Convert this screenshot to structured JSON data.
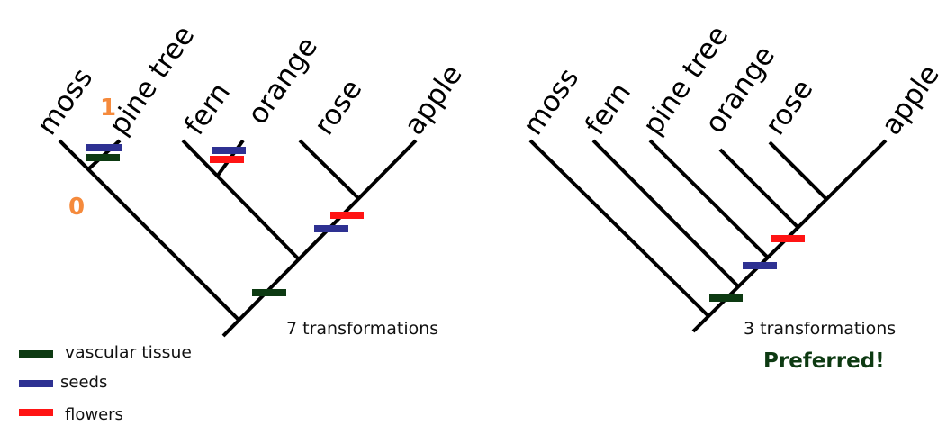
{
  "colors": {
    "vascular_tissue": "#0d3a12",
    "seeds": "#2e3192",
    "flowers": "#ff1414",
    "number_label": "#f58a3c",
    "preferred": "#0d3a12"
  },
  "left_tree": {
    "taxa": [
      "moss",
      "pine tree",
      "fern",
      "orange",
      "rose",
      "apple"
    ],
    "state_label_top": "1",
    "state_label_bottom": "0",
    "caption": "7 transformations"
  },
  "right_tree": {
    "taxa": [
      "moss",
      "fern",
      "pine tree",
      "orange",
      "rose",
      "apple"
    ],
    "caption": "3 transformations",
    "verdict": "Preferred!"
  },
  "legend": [
    {
      "label": "vascular tissue",
      "color_key": "vascular_tissue"
    },
    {
      "label": "seeds",
      "color_key": "seeds"
    },
    {
      "label": "flowers",
      "color_key": "flowers"
    }
  ]
}
